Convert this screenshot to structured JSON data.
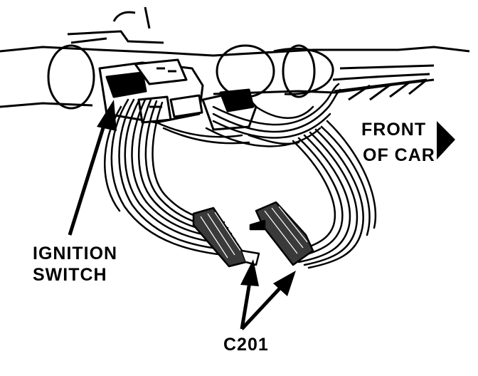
{
  "labels": {
    "front_line1": "FRONT",
    "front_line2": "OF CAR",
    "ignition_line1": "IGNITION",
    "ignition_line2": "SWITCH",
    "connector": "C201"
  },
  "colors": {
    "ink": "#000000",
    "paper": "#ffffff",
    "connector_fill": "#3a3a3a"
  }
}
